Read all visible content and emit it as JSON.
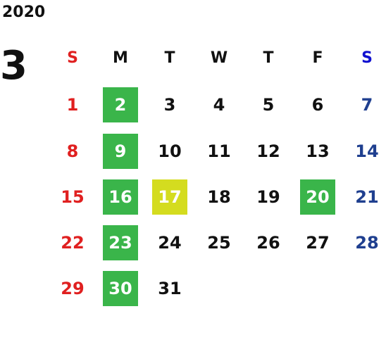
{
  "year": "2020",
  "month": "3",
  "weekdays": [
    "S",
    "M",
    "T",
    "W",
    "T",
    "F",
    "S"
  ],
  "weeks": [
    [
      "1",
      "2",
      "3",
      "4",
      "5",
      "6",
      "7"
    ],
    [
      "8",
      "9",
      "10",
      "11",
      "12",
      "13",
      "14"
    ],
    [
      "15",
      "16",
      "17",
      "18",
      "19",
      "20",
      "21"
    ],
    [
      "22",
      "23",
      "24",
      "25",
      "26",
      "27",
      "28"
    ],
    [
      "29",
      "30",
      "31",
      "",
      "",
      "",
      ""
    ]
  ],
  "highlight_colors": {
    "holiday_green": "#3ab54a",
    "today_yellow": "#d4dc1f",
    "sunday_red": "#e02020",
    "saturday_blue": "#1f3f8f"
  }
}
